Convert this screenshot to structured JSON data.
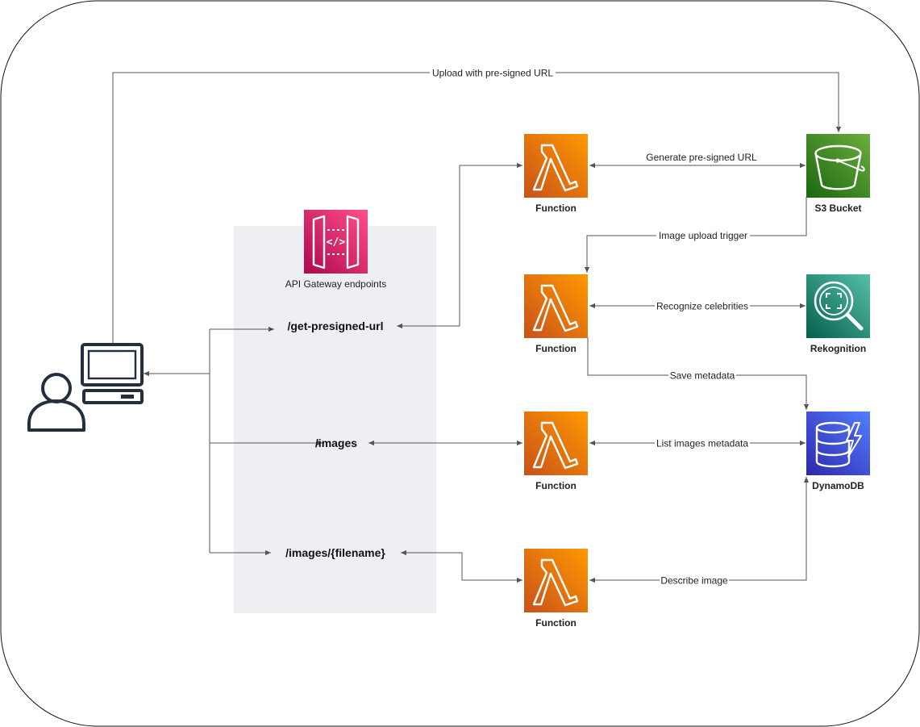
{
  "api_gateway": {
    "label": "API Gateway endpoints",
    "icon": "api-gateway-icon",
    "color": "#E7157B",
    "endpoints": {
      "get_presigned_url": "/get-presigned-url",
      "images": "/images",
      "image_by_filename": "/images/{filename}"
    }
  },
  "functions": {
    "generate_url": "Function",
    "process_upload": "Function",
    "list_images": "Function",
    "describe_image": "Function",
    "icon": "lambda-icon",
    "color": "#ED7100"
  },
  "services": {
    "s3": {
      "label": "S3 Bucket",
      "icon": "s3-bucket-icon",
      "color": "#3F8624"
    },
    "rekognition": {
      "label": "Rekognition",
      "icon": "rekognition-icon",
      "color": "#01A88D"
    },
    "dynamodb": {
      "label": "DynamoDB",
      "icon": "dynamodb-icon",
      "color": "#3B48CC"
    }
  },
  "edges": {
    "upload_presigned": "Upload with pre-signed URL",
    "generate_presigned": "Generate pre-signed URL",
    "upload_trigger": "Image upload trigger",
    "recognize": "Recognize celebrities",
    "save_metadata": "Save metadata",
    "list_metadata": "List images metadata",
    "describe": "Describe image"
  },
  "client": {
    "user_icon": "user-icon",
    "computer_icon": "computer-icon"
  }
}
